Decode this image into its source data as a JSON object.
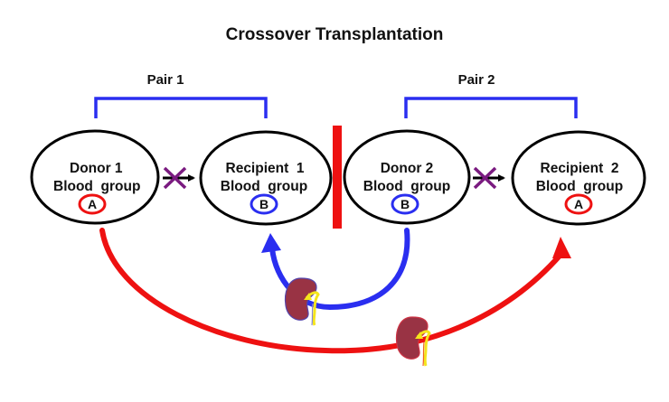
{
  "title": "Crossover Transplantation",
  "colors": {
    "pair_bracket": "#2a2ef0",
    "group_a": "#ee1111",
    "group_b": "#2a2ef0",
    "separator": "#ee1111",
    "blocked_cross": "#7a1a80",
    "kidney": "#993344",
    "ureter": "#f5e51c"
  },
  "pairs": [
    {
      "label": "Pair 1",
      "donor": {
        "name": "Donor 1",
        "blood_label": "Blood  group",
        "blood_group": "A"
      },
      "recipient": {
        "name": "Recipient  1",
        "blood_label": "Blood  group",
        "blood_group": "B"
      },
      "direct_donation": "blocked"
    },
    {
      "label": "Pair 2",
      "donor": {
        "name": "Donor 2",
        "blood_label": "Blood  group",
        "blood_group": "B"
      },
      "recipient": {
        "name": "Recipient  2",
        "blood_label": "Blood  group",
        "blood_group": "A"
      },
      "direct_donation": "blocked"
    }
  ],
  "exchanges": [
    {
      "from": "Donor 2",
      "to": "Recipient 1",
      "blood_group": "B",
      "color": "blue"
    },
    {
      "from": "Donor 1",
      "to": "Recipient 2",
      "blood_group": "A",
      "color": "red"
    }
  ],
  "icons": {
    "blocked": "x-mark-icon",
    "organ": "kidney-icon"
  }
}
